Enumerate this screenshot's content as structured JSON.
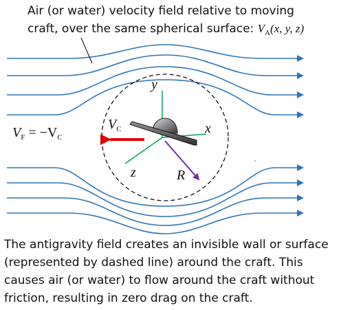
{
  "top_caption": {
    "line1": "Air (or water) velocity field relative to moving",
    "line2_text": "craft, over the same spherical surface: ",
    "va_symbol": "V",
    "va_subscript": "A",
    "va_args": "(x, y, z)"
  },
  "labels": {
    "vf_symbol": "V",
    "vf_subscript": "F",
    "vf_equals": " = −V",
    "vc_subscript_inline": "C",
    "vc_symbol": "V",
    "vc_subscript": "C",
    "axis_x": "x",
    "axis_y": "y",
    "axis_z": "z",
    "radius": "R"
  },
  "bottom_caption": {
    "line1": "The antigravity field creates an invisible wall or surface",
    "line2": "(represented by dashed line) around the craft. This",
    "line3": "causes air (or water) to flow around the craft without",
    "line4": "friction, resulting in zero drag on the craft."
  },
  "colors": {
    "streamline": "#2e75b6",
    "velocity_arrow": "#e00000",
    "radius_arrow": "#7030a0",
    "axes": "#00a650"
  }
}
